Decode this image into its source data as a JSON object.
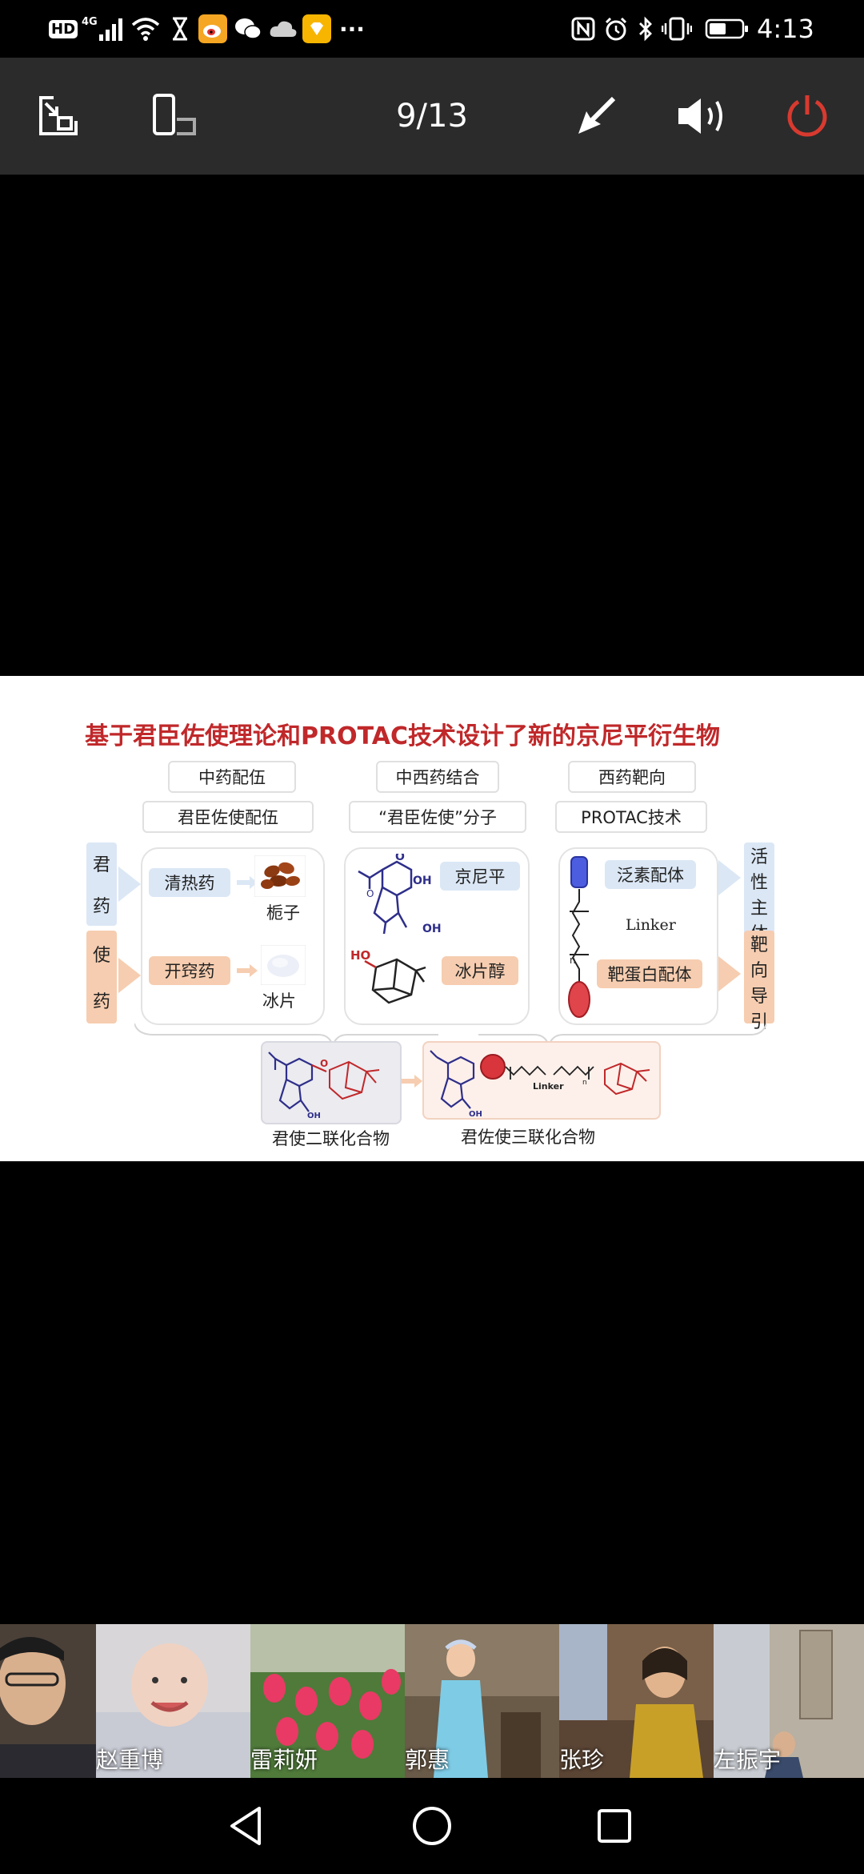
{
  "status_bar": {
    "left_icons": [
      "hd-icon",
      "4g-signal-icon",
      "wifi-icon",
      "hourglass-icon",
      "weibo-icon",
      "wechat-icon",
      "cloud-icon",
      "app-badge-icon",
      "more-dots-icon"
    ],
    "net_label": "4G",
    "hd_label": "HD",
    "more": "···",
    "right_icons": [
      "nfc-icon",
      "alarm-icon",
      "bluetooth-icon",
      "vibrate-icon",
      "battery-icon"
    ],
    "time": "4:13"
  },
  "toolbar": {
    "page_counter": "9/13",
    "buttons": [
      "exit-fullscreen-button",
      "rotate-screen-button",
      "annotate-button",
      "volume-button",
      "end-power-button"
    ],
    "power_color": "#d83a2f"
  },
  "slide": {
    "title": "基于君臣佐使理论和PROTAC技术设计了新的京尼平衍生物",
    "columns": [
      {
        "header": "中药配伍",
        "subheader": "君臣佐使配伍"
      },
      {
        "header": "中西药结合",
        "subheader": "“君臣佐使”分子"
      },
      {
        "header": "西药靶向",
        "subheader": "PROTAC技术"
      }
    ],
    "left_rows": [
      {
        "chars": [
          "君",
          "药"
        ]
      },
      {
        "chars": [
          "使",
          "药"
        ]
      }
    ],
    "right_rows": [
      {
        "chars": [
          "活",
          "性",
          "主",
          "体"
        ]
      },
      {
        "chars": [
          "靶",
          "向",
          "导",
          "引"
        ]
      }
    ],
    "panel1": {
      "row1_pill": "清热药",
      "row1_label": "栀子",
      "row2_pill": "开窍药",
      "row2_label": "冰片"
    },
    "panel2": {
      "row1_pill": "京尼平",
      "row2_pill": "冰片醇",
      "oh1": "OH",
      "oh2": "OH",
      "ho": "HO"
    },
    "panel3": {
      "row1_pill": "泛素配体",
      "linker": "Linker",
      "row2_pill": "靶蛋白配体",
      "n": "n"
    },
    "bottom": {
      "left_caption": "君使二联化合物",
      "right_caption": "君佐使三联化合物",
      "linker_small": "Linker",
      "oh": "OH",
      "n": "n"
    }
  },
  "participants": [
    {
      "name": ""
    },
    {
      "name": "赵重博"
    },
    {
      "name": "雷莉妍"
    },
    {
      "name": "郭惠"
    },
    {
      "name": "张珍"
    },
    {
      "name": "左振宇"
    }
  ],
  "nav_bar": {
    "buttons": [
      "back-button",
      "home-button",
      "recents-button"
    ]
  }
}
